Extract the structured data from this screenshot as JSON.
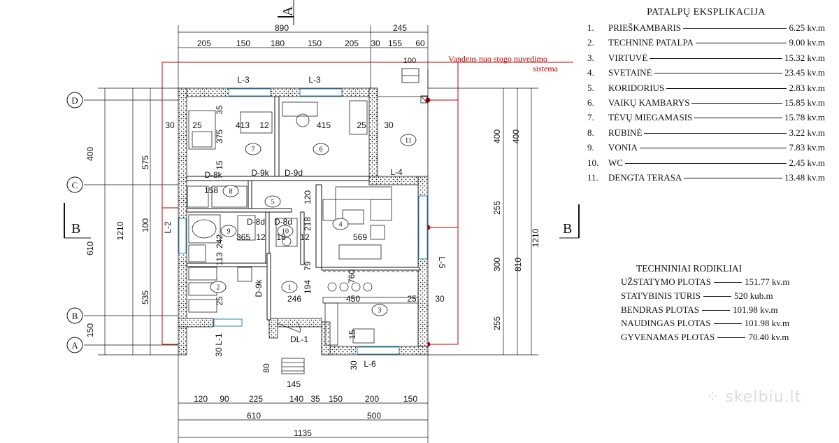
{
  "explication": {
    "title": "PATALPŲ EKSPLIKACIJA",
    "rooms": [
      {
        "num": "1.",
        "name": "PRIEŠKAMBARIS",
        "area": "6.25 kv.m"
      },
      {
        "num": "2.",
        "name": "TECHNINĖ PATALPA",
        "area": "9.00 kv.m"
      },
      {
        "num": "3.",
        "name": "VIRTUVĖ",
        "area": "15.32 kv.m"
      },
      {
        "num": "4.",
        "name": "SVETAINĖ",
        "area": "23.45 kv.m"
      },
      {
        "num": "5.",
        "name": "KORIDORIUS",
        "area": "2.83 kv.m"
      },
      {
        "num": "6.",
        "name": "VAIKŲ KAMBARYS",
        "area": "15.85 kv.m"
      },
      {
        "num": "7.",
        "name": "TĖVŲ MIEGAMASIS",
        "area": "15.78 kv.m"
      },
      {
        "num": "8.",
        "name": "RŪBINĖ",
        "area": "3.22 kv.m"
      },
      {
        "num": "9.",
        "name": "VONIA",
        "area": "7.83 kv.m"
      },
      {
        "num": "10.",
        "name": "WC",
        "area": "2.45 kv.m"
      },
      {
        "num": "11.",
        "name": "DENGTA TERASA",
        "area": "13.48 kv.m"
      }
    ]
  },
  "technical": {
    "title": "TECHNINIAI RODIKLIAI",
    "rows": [
      {
        "name": "UŽSTATYMO PLOTAS",
        "value": "151.77 kv.m"
      },
      {
        "name": "STATYBINIS TŪRIS",
        "value": "520 kub.m"
      },
      {
        "name": "BENDRAS PLOTAS",
        "value": "101.98 kv.m"
      },
      {
        "name": "NAUDINGAS PLOTAS",
        "value": "101.98 kv.m"
      },
      {
        "name": "GYVENAMAS PLOTAS",
        "value": "70.40 kv.m"
      }
    ]
  },
  "plan": {
    "axes": {
      "D": "D",
      "C": "C",
      "B": "B",
      "A": "A"
    },
    "section_a": "A",
    "section_b_left": "B",
    "section_b_right": "B",
    "red_note_line1": "Vandens nuo stogo nuvedimo",
    "red_note_line2": "sistema",
    "top_overall": "890",
    "top_right": "245",
    "top_segments": [
      "205",
      "150",
      "180",
      "150",
      "205",
      "30",
      "155",
      "60"
    ],
    "top_small": "100",
    "left_overall": "1210",
    "left_610": "610",
    "left_400": "400",
    "left_575": "575",
    "left_100": "100",
    "left_535": "535",
    "left_150": "150",
    "right_1210": "1210",
    "right_810": "810",
    "right_400a": "400",
    "right_400b": "400",
    "right_255a": "255",
    "right_300": "300",
    "right_255b": "255",
    "bottom_segments": [
      "120",
      "90",
      "225",
      "140",
      "35",
      "150",
      "200",
      "150"
    ],
    "bottom_610": "610",
    "bottom_500": "500",
    "bottom_1135": "1135",
    "porch_80": "80",
    "porch_145": "145",
    "bottom_30": "30",
    "openings": {
      "l3a": "L-3",
      "l3b": "L-3",
      "l2": "L-2",
      "l4": "L-4",
      "l5": "L-5",
      "l6": "L-6",
      "l1": "L-1",
      "dl1": "DL-1",
      "d8k": "D-8k",
      "d9k_top": "D-9k",
      "d9d_top": "D-9d",
      "d8d_a": "D-8d",
      "d8d_b": "D-8d",
      "d9k_lower": "D-9k"
    },
    "inner_dims": {
      "w413": "413",
      "w415": "415",
      "w12a": "12",
      "w25a": "25",
      "w30a": "30",
      "w30b": "30",
      "w25b": "25",
      "h375": "375",
      "h35": "35",
      "h15": "15",
      "w158": "158",
      "h120": "120",
      "h218": "218",
      "w365": "365",
      "w12b": "12",
      "w12c": "12",
      "w18": "18",
      "h242": "242",
      "w569": "569",
      "h113": "113",
      "h79": "79",
      "h194": "194",
      "w246": "246",
      "w450": "450",
      "w25c": "25",
      "w30c": "30",
      "h760": "760",
      "w25d": "25",
      "h15b": "15",
      "h30": "30"
    },
    "room_labels": [
      "1",
      "2",
      "3",
      "4",
      "5",
      "6",
      "7",
      "8",
      "9",
      "10",
      "11"
    ]
  },
  "watermark": "skelbiu.lt"
}
